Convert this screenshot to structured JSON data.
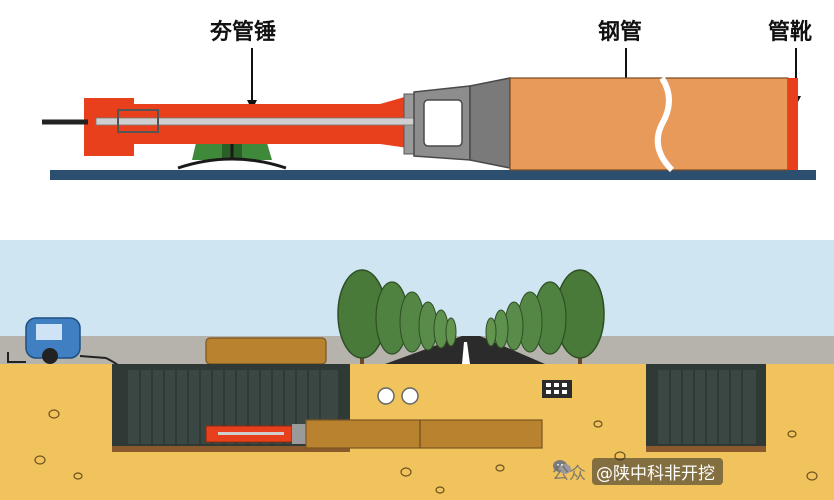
{
  "top": {
    "label_hammer": "夯管锤",
    "label_pipe": "钢管",
    "label_shoe": "管靴"
  },
  "watermark": {
    "left_text": "公众",
    "right_text": "@陕中科非开挖",
    "icon": "wechat-icon"
  },
  "colors": {
    "hammer": "#e8401c",
    "pipe": "#e79a5a",
    "shoe": "#e8401c",
    "base": "#2c4f70",
    "soil": "#f1c35c",
    "sky": "#cfe6f2",
    "ground_gray": "#b6b3ad",
    "tree": "#4a7a3a"
  }
}
